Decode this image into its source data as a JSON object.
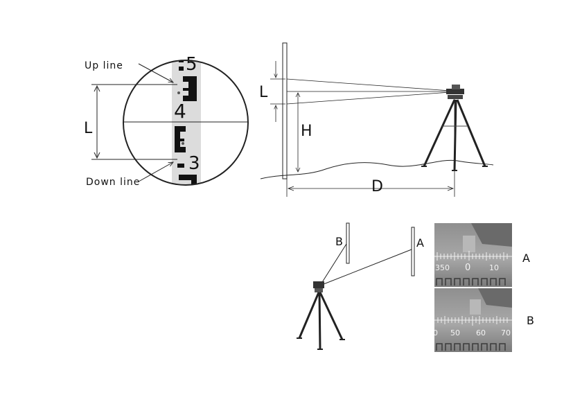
{
  "reticle": {
    "up_line": "Up line",
    "down_line": "Down line",
    "l": "L",
    "staff_numbers": [
      "5",
      "4",
      "3"
    ]
  },
  "distance_figure": {
    "l": "L",
    "h": "H",
    "d": "D"
  },
  "angle_figure": {
    "staff_b": "B",
    "staff_a": "A"
  },
  "scale_photos": {
    "a": {
      "label": "A",
      "ticks": [
        "350",
        "0",
        "10"
      ]
    },
    "b": {
      "label": "B",
      "ticks": [
        "0",
        "50",
        "60",
        "70"
      ]
    }
  }
}
